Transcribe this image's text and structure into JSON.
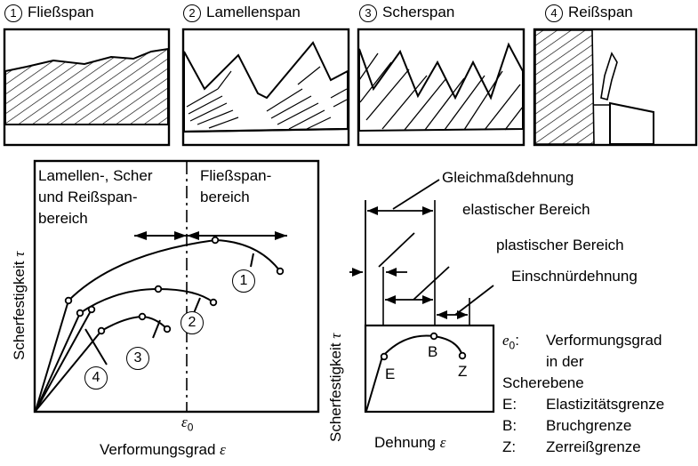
{
  "chip_types": [
    {
      "num": "1",
      "name": "Fließspan"
    },
    {
      "num": "2",
      "name": "Lamellenspan"
    },
    {
      "num": "3",
      "name": "Scherspan"
    },
    {
      "num": "4",
      "name": "Reißspan"
    }
  ],
  "left_chart": {
    "region_left": [
      "Lamellen-, Scher",
      "und Reißspan-",
      "bereich"
    ],
    "region_right": [
      "Fließspan-",
      "bereich"
    ],
    "ylabel": "Scherfestigkeit",
    "ylabel_symbol": "τ",
    "xlabel": "Verformungsgrad",
    "xlabel_symbol": "ε",
    "eps0": "ε",
    "eps0_sub": "0",
    "curve_numbers": [
      "1",
      "2",
      "3",
      "4"
    ]
  },
  "right_chart": {
    "annotations": [
      "Gleichmaßdehnung",
      "elastischer Bereich",
      "plastischer Bereich",
      "Einschnürdehnung"
    ],
    "ylabel": "Scherfestigkeit",
    "ylabel_symbol": "τ",
    "xlabel": "Dehnung",
    "xlabel_symbol": "ε",
    "points": [
      "E",
      "B",
      "Z"
    ]
  },
  "legend": {
    "e0_key": "e",
    "e0_sub": "0",
    "e0_colon": ":",
    "e0_text": [
      "Verformungsgrad",
      "in der"
    ],
    "e0_text2": "Scherebene",
    "items": [
      {
        "key": "E:",
        "text": "Elastizitätsgrenze"
      },
      {
        "key": "B:",
        "text": "Bruchgrenze"
      },
      {
        "key": "Z:",
        "text": "Zerreißgrenze"
      }
    ]
  }
}
